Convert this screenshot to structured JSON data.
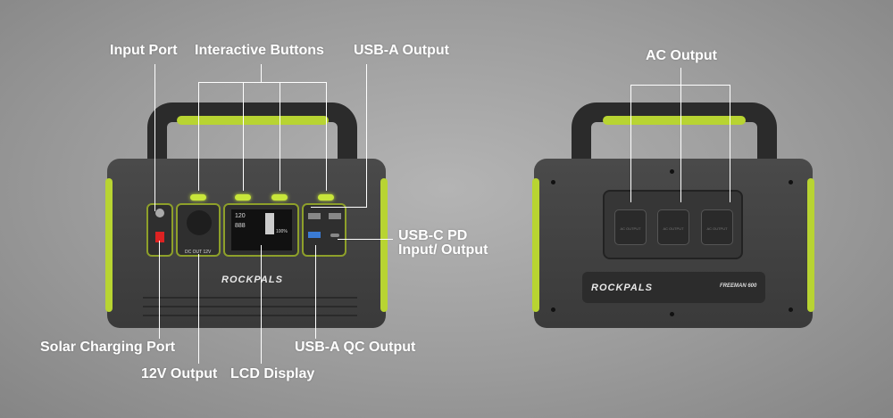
{
  "labels": {
    "input_port": "Input Port",
    "interactive_buttons": "Interactive Buttons",
    "usb_a_output": "USB-A Output",
    "usb_c_pd_line1": "USB-C PD",
    "usb_c_pd_line2": "Input/ Output",
    "solar_charging_port": "Solar Charging Port",
    "twelve_v_output": "12V Output",
    "lcd_display": "LCD Display",
    "usb_a_qc_output": "USB-A QC Output",
    "ac_output": "AC Output"
  },
  "device": {
    "brand": "ROCKPALS",
    "model": "FREEMAN 600",
    "dc_out_label": "DC OUT 12V",
    "outlet_label": "AC OUTPUT",
    "lcd_values": {
      "top": "120",
      "mid": "888",
      "percent": "100%"
    }
  },
  "colors": {
    "accent": "#b8d432",
    "body": "#3e3e3e",
    "label": "#ffffff"
  }
}
